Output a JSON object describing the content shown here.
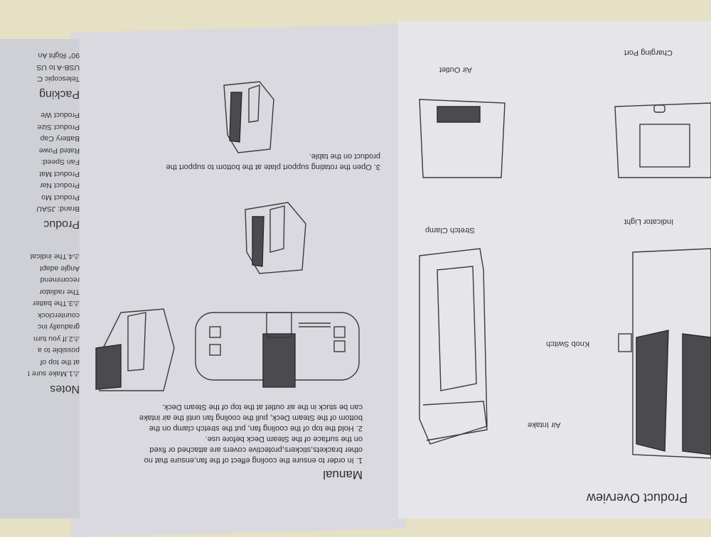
{
  "notes": {
    "title": "Notes",
    "lines": [
      "⚠1.Make sure t",
      "at the top of",
      "possible to a",
      "⚠2.If you turn",
      "gradually inc",
      "counterclock",
      "⚠3.The batter",
      "The radiator",
      "recommend",
      "Angle adapt",
      "⚠4.The indicat"
    ]
  },
  "product": {
    "title": "Produc",
    "lines": [
      "Brand: JSAU",
      "Product Mo",
      "Product Nar",
      "Product Mat",
      "Fan Speed:",
      "Rated Powe",
      "Battery Cap",
      "Product Size",
      "Product We"
    ]
  },
  "packing": {
    "title": "Packing",
    "lines": [
      "Telescopic C",
      "USB-A to US",
      "90° Right An"
    ]
  },
  "manual": {
    "title": "Manual",
    "lines": [
      "1. In order to ensure the cooling effect of the fan,ensure that no",
      "other brackets,stickers,protective covers are attached or fixed",
      "on the surface of the Steam Deck before use.",
      "2. Hold the top of the cooling fan, put the stretch clamp on the",
      "bottom of the Steam Deck, pull the cooling fan until the air intake",
      "can be stuck in the air outlet at the top of the Steam Deck."
    ],
    "step3": [
      "3. Open the rotating support plate at the bottom to support the",
      "product on the table."
    ]
  },
  "overview": {
    "title": "Product Overview",
    "labels": {
      "charging_port": "Charging Port",
      "air_outlet": "Air Outlet",
      "indicator_light": "Indicator Light",
      "stretch_clamp": "Stretch Clamp",
      "knob_switch": "Knob Switch",
      "air_intake": "Air Intake"
    }
  }
}
